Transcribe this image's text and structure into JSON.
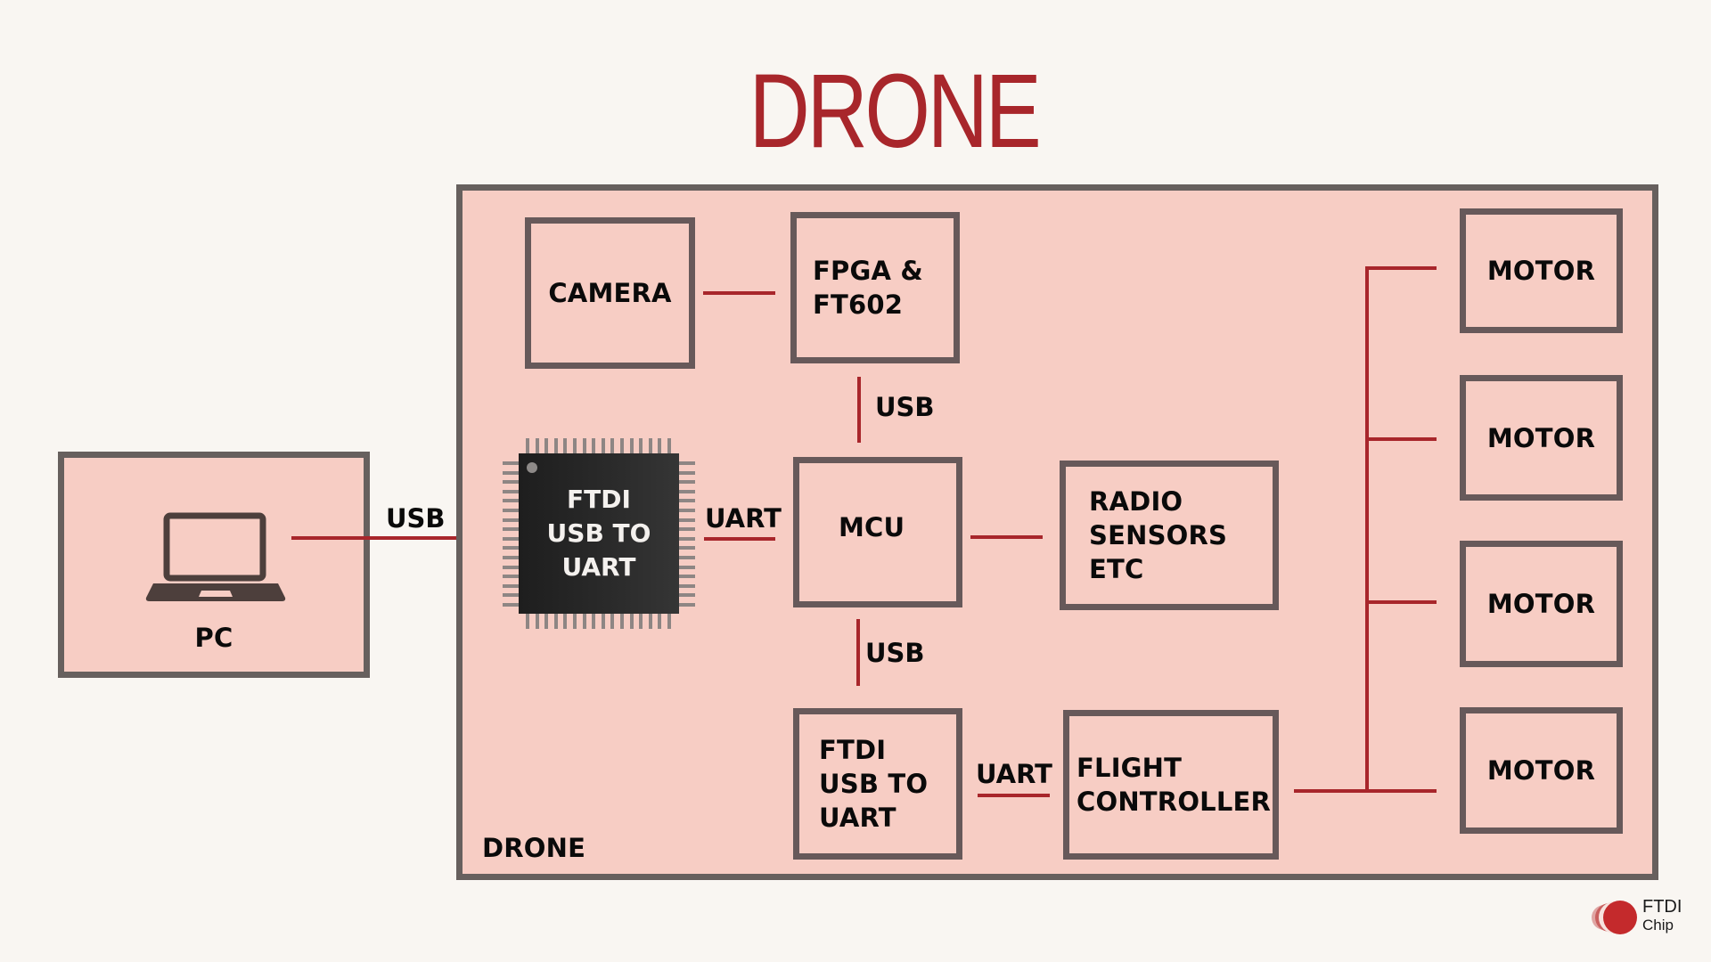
{
  "title": "DRONE",
  "colors": {
    "background": "#f9f6f2",
    "block_fill": "#f7cdc4",
    "block_border": "#67595a",
    "connector": "#a8262b",
    "title": "#a8262b",
    "chip_body": "#2b2b2b"
  },
  "pc": {
    "label": "PC",
    "icon": "laptop-icon"
  },
  "pc_link": {
    "label": "USB"
  },
  "drone_frame": {
    "label": "DRONE"
  },
  "blocks": {
    "camera": {
      "label": "CAMERA"
    },
    "fpga": {
      "lines": [
        "FPGA &",
        "FT602"
      ]
    },
    "ftdi_chip": {
      "lines": [
        "FTDI",
        "USB TO",
        "UART"
      ]
    },
    "mcu": {
      "label": "MCU"
    },
    "radio": {
      "lines": [
        "RADIO",
        "SENSORS",
        "ETC"
      ]
    },
    "ftdi_bridge": {
      "lines": [
        "FTDI",
        "USB TO",
        "UART"
      ]
    },
    "flight_controller": {
      "lines": [
        "FLIGHT",
        "CONTROLLER"
      ]
    },
    "motors": [
      {
        "label": "MOTOR"
      },
      {
        "label": "MOTOR"
      },
      {
        "label": "MOTOR"
      },
      {
        "label": "MOTOR"
      }
    ]
  },
  "connections": {
    "chip_to_mcu": "UART",
    "fpga_to_mcu": "USB",
    "mcu_to_bridge": "USB",
    "bridge_to_flight": "UART"
  },
  "logo": {
    "line1": "FTDI",
    "line2": "Chip"
  }
}
